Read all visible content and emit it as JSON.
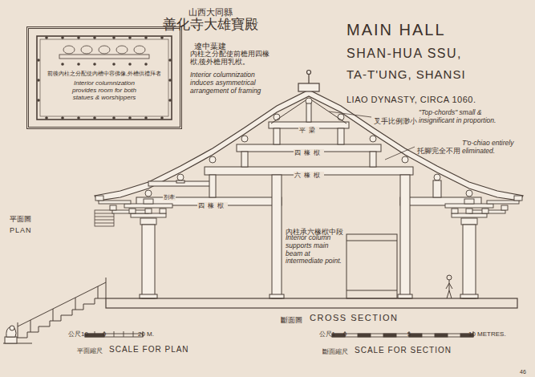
{
  "diagram": {
    "title": "善化寺大雄寶殿",
    "nodes": [
      {
        "text": [
          "前後內柱之分配使內槽中容佛像,外槽供禮拜者",
          "Interior columnization provides room for both statues & worshippers"
        ]
      }
    ],
    "labels": [
      "山西大同縣",
      "遼中葉建",
      "內柱之分配使前檐用四椽栿,後外檐用乳栿。",
      "Interior columnization induces asymmetrical arrangement of framing",
      "MAIN HALL",
      "SHAN-HUA SSU,",
      "TA-T'UNG, SHANSI",
      "LIAO DYNASTY, CIRCA 1060.",
      "叉手比例渺小",
      "\"Top-chords\" small & insignificant in proportion.",
      "托腳完全不用",
      "T'o-chiao entirely eliminated.",
      "平梁",
      "四椽栿",
      "六椽栿",
      "四椽栿",
      "劄牽",
      "內柱承六椽栿中段",
      "Interior column supports main beam at intermediate point.",
      "平面圖",
      "PLAN",
      "斷面圖",
      "CROSS SECTION",
      "公尺10",
      "0",
      "20 M.",
      "平面縮尺",
      "SCALE FOR PLAN",
      "公尺1",
      "0",
      "5",
      "10 METRES.",
      "斷面縮尺",
      "SCALE FOR SECTION",
      "46"
    ]
  }
}
